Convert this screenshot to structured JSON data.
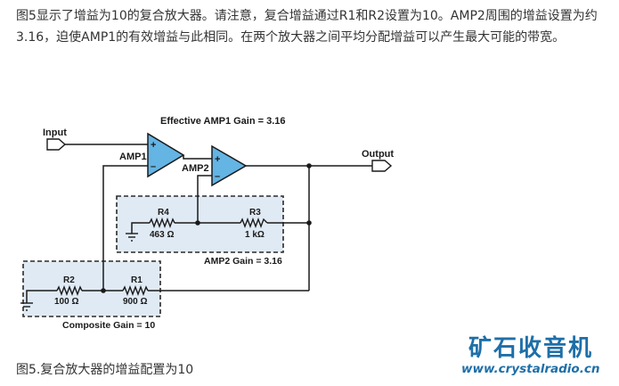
{
  "intro_text": "图5显示了增益为10的复合放大器。请注意，复合增益通过R1和R2设置为10。AMP2周围的增益设置为约3.16，迫使AMP1的有效增益与此相同。在两个放大器之间平均分配增益可以产生最大可能的带宽。",
  "diagram": {
    "title_effective": "Effective AMP1 Gain = 3.16",
    "input_label": "Input",
    "output_label": "Output",
    "amp1_label": "AMP1",
    "amp2_label": "AMP2",
    "plus_sign": "+",
    "minus_sign": "–",
    "r4": {
      "name": "R4",
      "value": "463 Ω"
    },
    "r3": {
      "name": "R3",
      "value": "1 kΩ"
    },
    "r2": {
      "name": "R2",
      "value": "100 Ω"
    },
    "r1": {
      "name": "R1",
      "value": "900 Ω"
    },
    "amp2_gain_label": "AMP2 Gain = 3.16",
    "composite_gain_label": "Composite Gain = 10"
  },
  "caption": "图5.复合放大器的增益配置为10",
  "watermark": {
    "name": "矿石收音机",
    "url": "www.crystalradio.cn"
  },
  "colors": {
    "wire": "#1a1a1a",
    "amp_fill": "#64b4e4",
    "box_fill": "#dfeaf4",
    "box_border": "#2a2a2a",
    "watermark": "#1e6fa8"
  }
}
